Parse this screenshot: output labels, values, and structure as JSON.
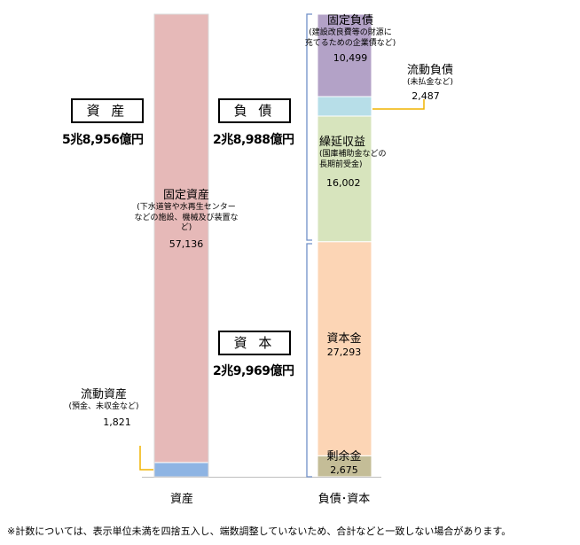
{
  "chart_data": {
    "type": "bar",
    "stacked": true,
    "categories": [
      "資産",
      "負債･資本"
    ],
    "series": [
      {
        "category": "資産",
        "label": "流動資産",
        "note": "(預金、未収金など)",
        "value": 1821,
        "value_text": "1,821",
        "color": "#8eb4e3"
      },
      {
        "category": "資産",
        "label": "固定資産",
        "note": "(下水道管や水再生センター\nなどの施設、機械及び装置など)",
        "value": 57136,
        "value_text": "57,136",
        "color": "#e6b9b8"
      },
      {
        "category": "負債･資本",
        "label": "剰余金",
        "note": "",
        "value": 2675,
        "value_text": "2,675",
        "color": "#c4bd97"
      },
      {
        "category": "負債･資本",
        "label": "資本金",
        "note": "",
        "value": 27293,
        "value_text": "27,293",
        "color": "#fcd5b5"
      },
      {
        "category": "負債･資本",
        "label": "繰延収益",
        "note": "(国庫補助金などの\n長期前受金)",
        "value": 16002,
        "value_text": "16,002",
        "color": "#d7e4bd"
      },
      {
        "category": "負債･資本",
        "label": "流動負債",
        "note": "(未払金など)",
        "value": 2487,
        "value_text": "2,487",
        "color": "#b7dee8"
      },
      {
        "category": "負債･資本",
        "label": "固定負債",
        "note": "(建設改良費等の財源に\n充てるための企業債など)",
        "value": 10499,
        "value_text": "10,499",
        "color": "#b3a2c7"
      }
    ],
    "groups": [
      {
        "label": "資 産",
        "total": "5兆8,956億円"
      },
      {
        "label": "負 債",
        "total": "2兆8,988億円"
      },
      {
        "label": "資 本",
        "total": "2兆9,969億円"
      }
    ],
    "footnote": "※計数については、表示単位未満を四捨五入し、端数調整していないため、合計などと一致しない場合があります。"
  }
}
